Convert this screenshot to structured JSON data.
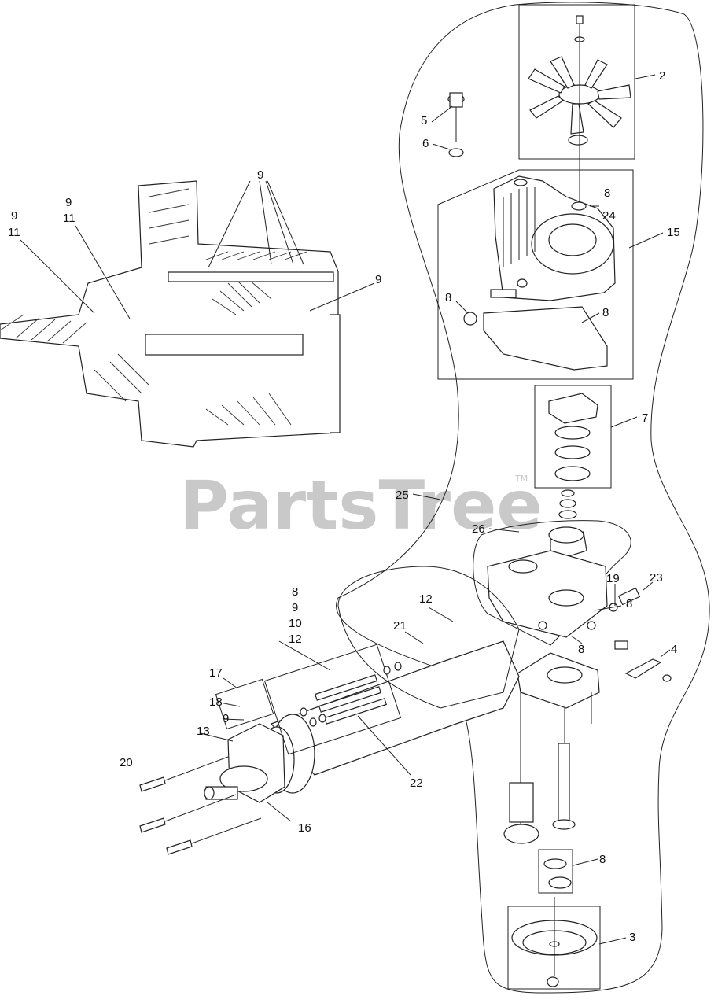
{
  "watermark": {
    "brand": "PartsTree",
    "trademark": "TM"
  },
  "callouts": [
    {
      "id": "c-2",
      "text": "2"
    },
    {
      "id": "c-5",
      "text": "5"
    },
    {
      "id": "c-6",
      "text": "6"
    },
    {
      "id": "c-8a",
      "text": "8"
    },
    {
      "id": "c-24",
      "text": "24"
    },
    {
      "id": "c-15",
      "text": "15"
    },
    {
      "id": "c-8b",
      "text": "8"
    },
    {
      "id": "c-8c",
      "text": "8"
    },
    {
      "id": "c-7",
      "text": "7"
    },
    {
      "id": "c-25",
      "text": "25"
    },
    {
      "id": "c-26",
      "text": "26"
    },
    {
      "id": "c-19",
      "text": "19"
    },
    {
      "id": "c-23",
      "text": "23"
    },
    {
      "id": "c-8d",
      "text": "8"
    },
    {
      "id": "c-8e",
      "text": "8"
    },
    {
      "id": "c-4",
      "text": "4"
    },
    {
      "id": "c-12a",
      "text": "12"
    },
    {
      "id": "c-21",
      "text": "21"
    },
    {
      "id": "c-stack-8",
      "text": "8"
    },
    {
      "id": "c-stack-9",
      "text": "9"
    },
    {
      "id": "c-stack-10",
      "text": "10"
    },
    {
      "id": "c-stack-12",
      "text": "12"
    },
    {
      "id": "c-17",
      "text": "17"
    },
    {
      "id": "c-18",
      "text": "18"
    },
    {
      "id": "c-9f",
      "text": "9"
    },
    {
      "id": "c-13",
      "text": "13"
    },
    {
      "id": "c-20",
      "text": "20"
    },
    {
      "id": "c-22",
      "text": "22"
    },
    {
      "id": "c-16",
      "text": "16"
    },
    {
      "id": "c-8f",
      "text": "8"
    },
    {
      "id": "c-3",
      "text": "3"
    },
    {
      "id": "c-9-top",
      "text": "9"
    },
    {
      "id": "c-9-right",
      "text": "9"
    },
    {
      "id": "c-9-left1",
      "text": "9"
    },
    {
      "id": "c-11-left1",
      "text": "11"
    },
    {
      "id": "c-9-left2",
      "text": "9"
    },
    {
      "id": "c-11-left2",
      "text": "11"
    }
  ]
}
